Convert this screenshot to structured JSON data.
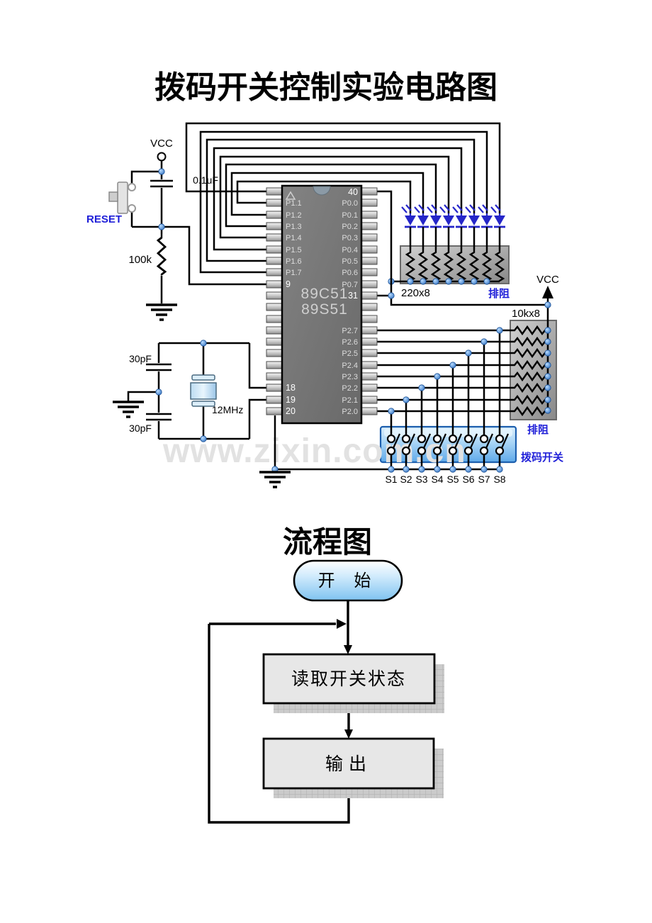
{
  "titles": {
    "circuit": "拨码开关控制实验电路图",
    "flowchart": "流程图"
  },
  "watermark": "www.zixin.com.cn",
  "reset_circuit": {
    "vcc": "VCC",
    "capacitor": "0.1uF",
    "button": "RESET",
    "resistor": "100k"
  },
  "chip": {
    "model_top": "89C51",
    "model_bottom": "89S51",
    "left_pins": [
      "",
      "P1.1",
      "P1.2",
      "P1.3",
      "P1.4",
      "P1.5",
      "P1.6",
      "P1.7",
      "9",
      "",
      "",
      "",
      "",
      "",
      "",
      "",
      "",
      "18",
      "19",
      "20"
    ],
    "right_pins": [
      "40",
      "P0.0",
      "P0.1",
      "P0.2",
      "P0.3",
      "P0.4",
      "P0.5",
      "P0.6",
      "P0.7",
      "31",
      "",
      "",
      "P2.7",
      "P2.6",
      "P2.5",
      "P2.4",
      "P2.3",
      "P2.2",
      "P2.1",
      "P2.0"
    ]
  },
  "led_network": {
    "value": "220x8",
    "label": "排阻"
  },
  "pullup_network": {
    "value": "10kx8",
    "label": "排阻",
    "vcc": "VCC"
  },
  "dip_switch": {
    "label": "拨码开关",
    "switch_labels": [
      "S1",
      "S2",
      "S3",
      "S4",
      "S5",
      "S6",
      "S7",
      "S8"
    ]
  },
  "oscillator": {
    "cap_top": "30pF",
    "cap_bottom": "30pF",
    "crystal": "12MHz"
  },
  "flowchart": {
    "start": "开 始",
    "step_read": "读取开关状态",
    "step_output": "输出"
  },
  "colors": {
    "label_blue": "#1f1fd8",
    "led_blue": "#2526c9",
    "junction_blue": "#3b7fd0"
  }
}
